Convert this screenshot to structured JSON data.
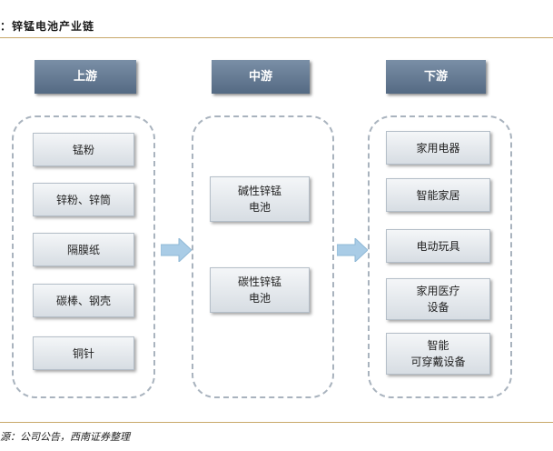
{
  "title": "：锌锰电池产业链",
  "source": "源：公司公告，西南证券整理",
  "colors": {
    "header_fill": "#5f7590",
    "box_fill": "#e3e8ed",
    "dashed_border": "#a9b3be",
    "arrow_fill": "#a9cce6",
    "rule_line": "#c8a86a"
  },
  "columns": {
    "upstream": {
      "header": "上游",
      "items": [
        "锰粉",
        "锌粉、锌筒",
        "隔膜纸",
        "碳棒、钢壳",
        "铜针"
      ]
    },
    "midstream": {
      "header": "中游",
      "items": [
        "碱性锌锰\n电池",
        "碳性锌锰\n电池"
      ]
    },
    "downstream": {
      "header": "下游",
      "items": [
        "家用电器",
        "智能家居",
        "电动玩具",
        "家用医疗\n设备",
        "智能\n可穿戴设备"
      ]
    }
  },
  "arrows": [
    "right-arrow-icon",
    "right-arrow-icon"
  ]
}
